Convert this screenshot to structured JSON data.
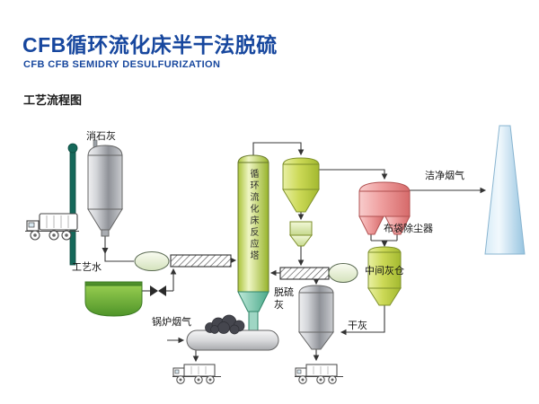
{
  "header": {
    "title": "CFB循环流化床半干法脱硫",
    "subtitle": "CFB CFB SEMIDRY DESULFURIZATION",
    "section_label": "工艺流程图"
  },
  "diagram": {
    "labels": {
      "slaked_lime": "消石灰",
      "process_water": "工艺水",
      "boiler_flue_gas": "锅炉烟气",
      "reactor_tower": "循环流化床反应塔",
      "desulfurized_ash": "脱硫灰",
      "bag_filter": "布袋除尘器",
      "intermediate_ash_silo": "中间灰仓",
      "dry_ash": "干灰",
      "clean_flue_gas": "洁净烟气"
    },
    "colors": {
      "title_blue": "#17479e",
      "reactor_green": "#c8d955",
      "bag_filter_pink": "#ec9c9c",
      "chimney_blue": "#bddcef",
      "water_green": "#6db33f",
      "silo_gray": "#b9bbc0",
      "line": "#3a3a3a"
    }
  }
}
